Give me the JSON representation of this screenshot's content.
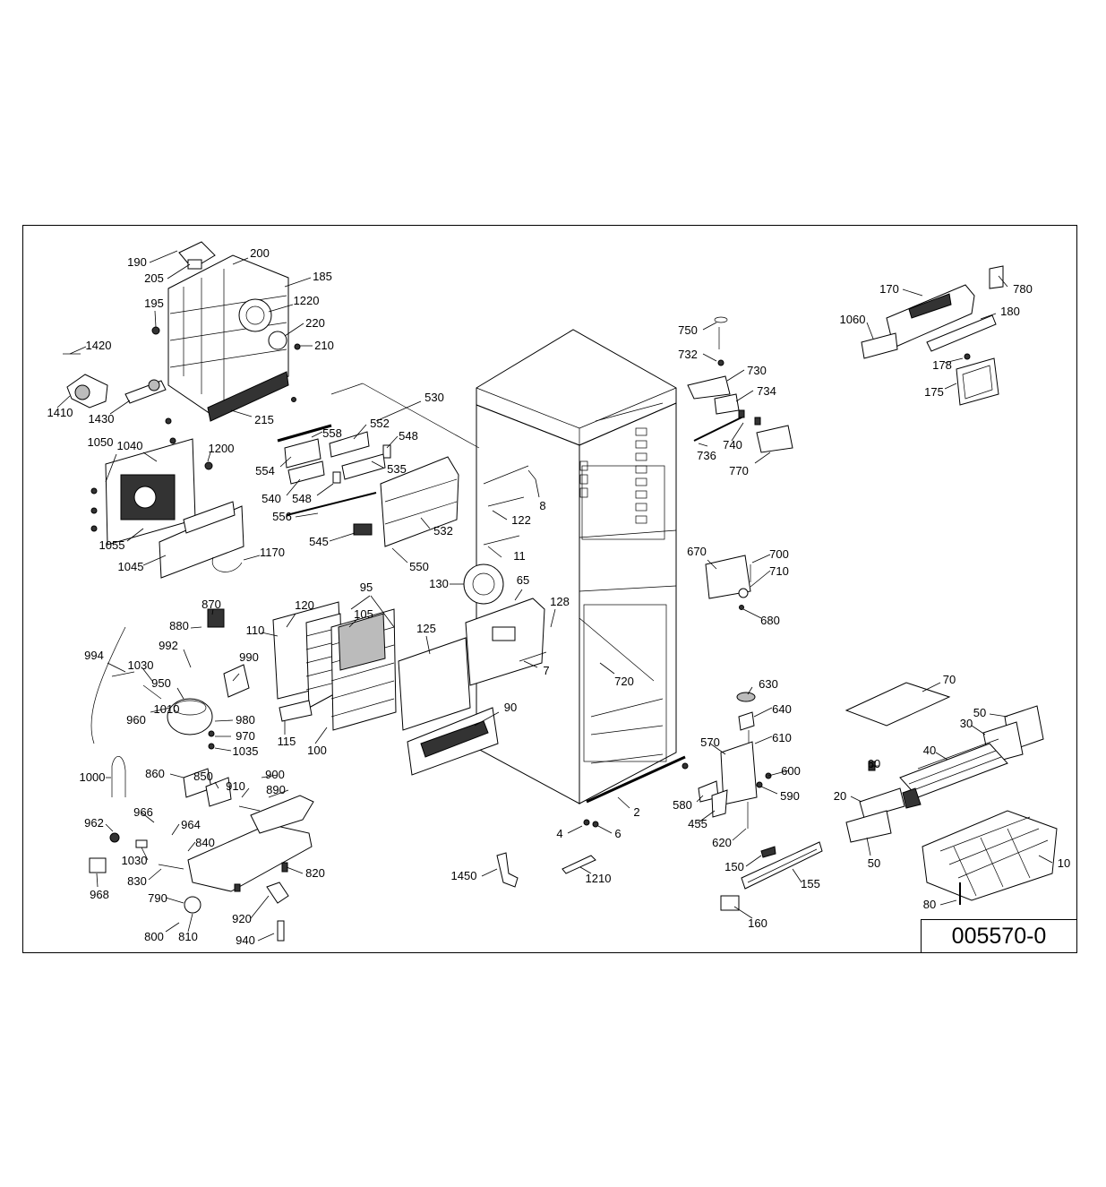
{
  "drawing_number": "005570-0",
  "callouts": [
    "190",
    "205",
    "200",
    "185",
    "195",
    "1220",
    "220",
    "210",
    "1420",
    "1410",
    "1430",
    "215",
    "530",
    "558",
    "552",
    "548",
    "554",
    "535",
    "540",
    "548",
    "556",
    "545",
    "550",
    "532",
    "122",
    "8",
    "11",
    "1050",
    "1040",
    "1200",
    "1055",
    "1045",
    "1170",
    "120",
    "95",
    "105",
    "110",
    "130",
    "65",
    "128",
    "125",
    "7",
    "90",
    "100",
    "115",
    "870",
    "880",
    "992",
    "994",
    "1030",
    "950",
    "1010",
    "960",
    "990",
    "980",
    "970",
    "1035",
    "900",
    "890",
    "860",
    "850",
    "910",
    "1000",
    "966",
    "962",
    "964",
    "840",
    "1030",
    "830",
    "968",
    "820",
    "790",
    "920",
    "800",
    "810",
    "940",
    "1450",
    "1210",
    "4",
    "6",
    "2",
    "750",
    "732",
    "730",
    "734",
    "740",
    "736",
    "770",
    "670",
    "700",
    "710",
    "680",
    "720",
    "630",
    "640",
    "610",
    "570",
    "600",
    "590",
    "580",
    "455",
    "620",
    "150",
    "155",
    "160",
    "170",
    "780",
    "1060",
    "180",
    "178",
    "175",
    "70",
    "50",
    "30",
    "40",
    "60",
    "20",
    "50",
    "10",
    "80"
  ]
}
